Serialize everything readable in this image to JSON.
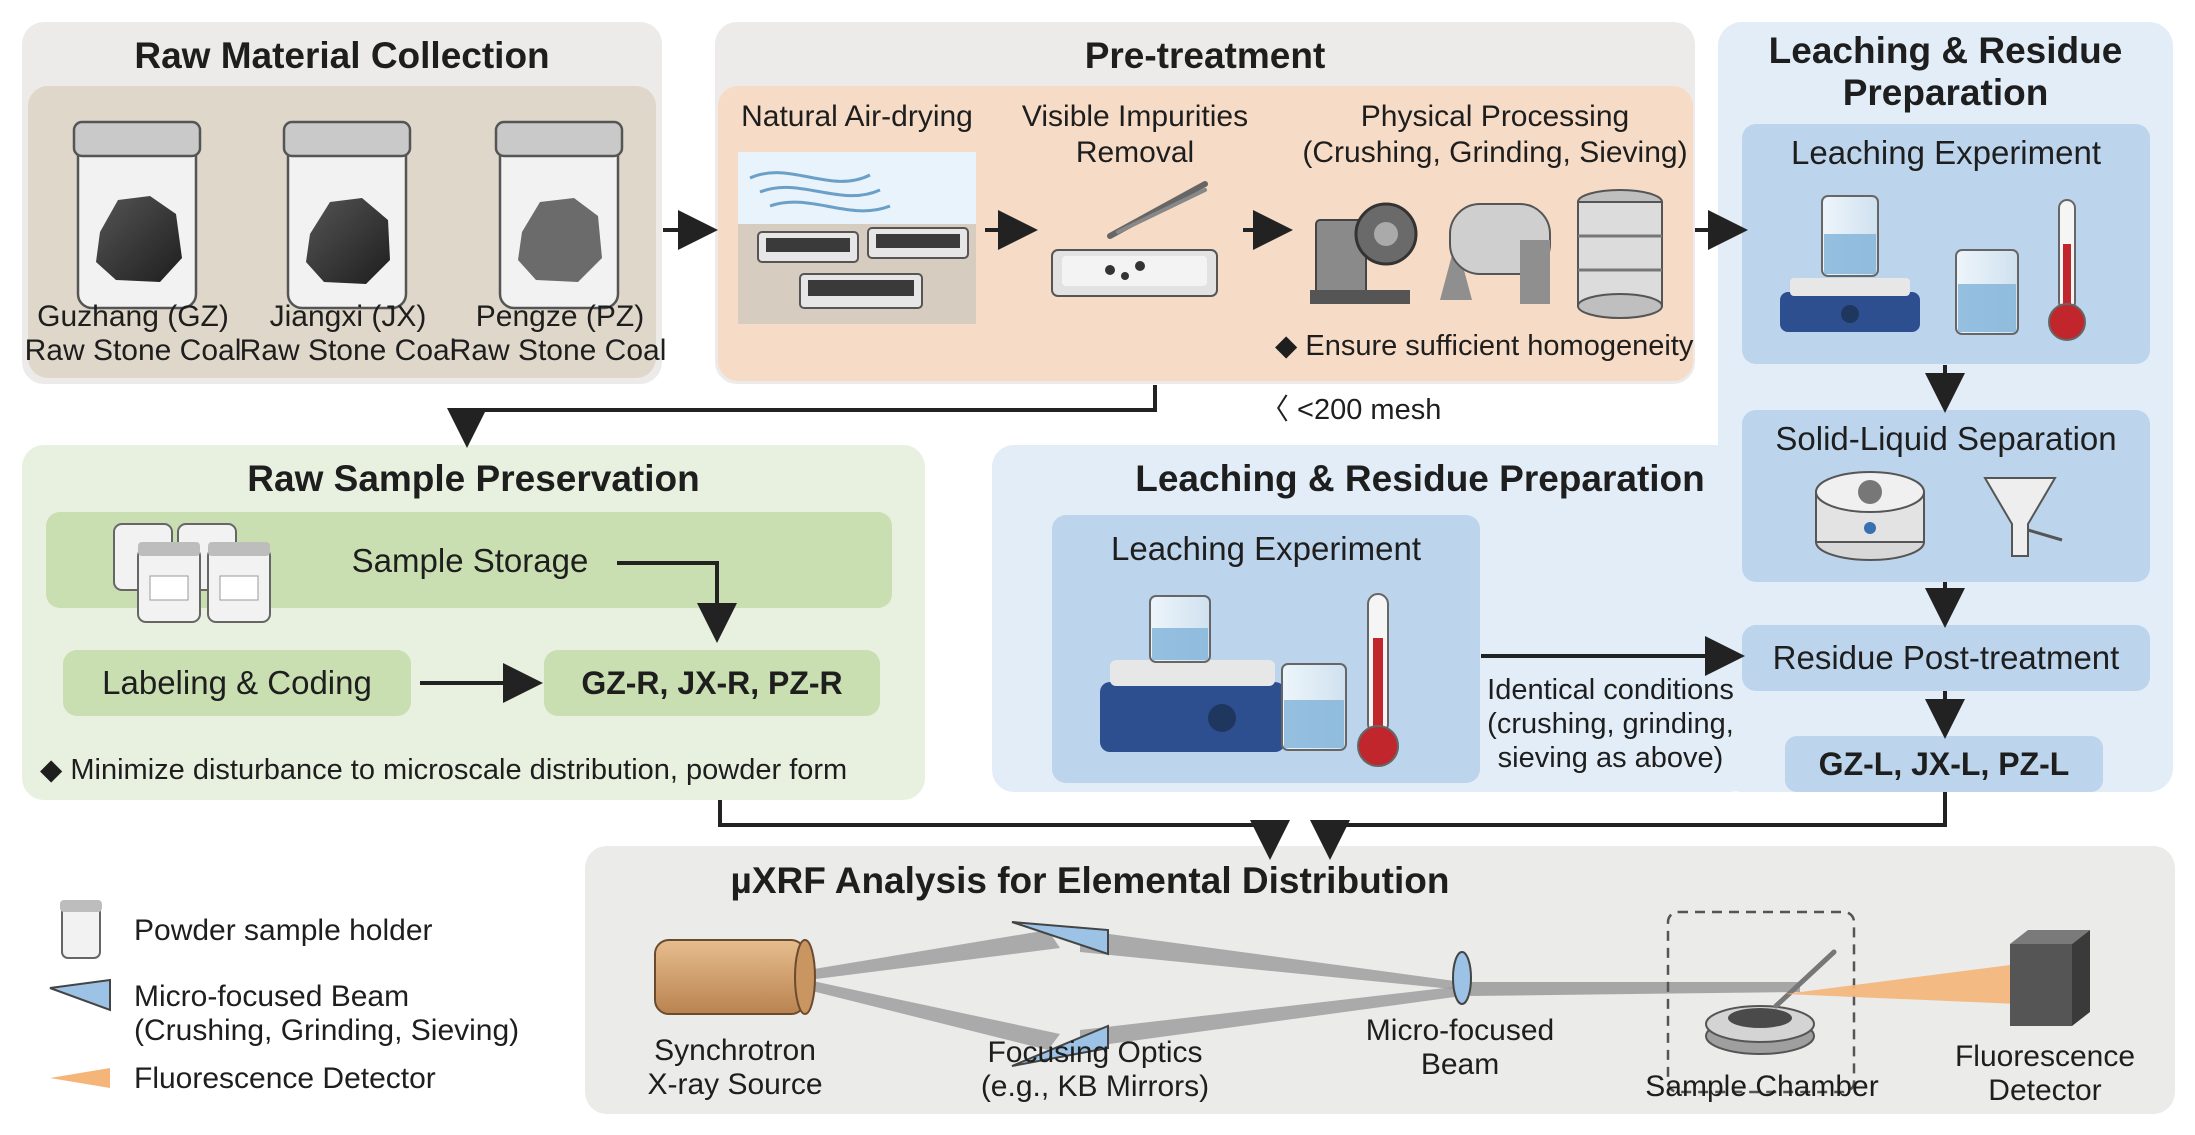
{
  "raw": {
    "title": "Raw Material Collection",
    "samples": [
      {
        "place": "Guzhang (GZ)",
        "type": "Raw Stone Coal"
      },
      {
        "place": "Jiangxi (JX)",
        "type": "Raw Stone Coal"
      },
      {
        "place": "Pengze (PZ)",
        "type": "Raw Stone Coal"
      }
    ]
  },
  "pretreat": {
    "title": "Pre-treatment",
    "step1": "Natural Air-drying",
    "step2_l1": "Visible Impurities",
    "step2_l2": "Removal",
    "step3_l1": "Physical Processing",
    "step3_l2": "(Crushing, Grinding, Sieving)",
    "note": "◆ Ensure sufficient homogeneity",
    "mesh": "〈 <200 mesh"
  },
  "leach_right": {
    "title_l1": "Leaching & Residue",
    "title_l2": "Preparation",
    "experiment": "Leaching Experiment",
    "separation": "Solid-Liquid Separation",
    "post": "Residue Post-treatment",
    "codes": "GZ-L, JX-L, PZ-L"
  },
  "preserve": {
    "title": "Raw Sample Preservation",
    "storage": "Sample Storage",
    "labeling": "Labeling & Coding",
    "codes": "GZ-R, JX-R, PZ-R",
    "note": "◆ Minimize disturbance to microscale distribution, powder form"
  },
  "leach_mid": {
    "title": "Leaching & Residue Preparation",
    "experiment": "Leaching Experiment",
    "identical_l1": "Identical conditions",
    "identical_l2": "(crushing, grinding,",
    "identical_l3": "sieving as above)"
  },
  "legend": {
    "holder": "Powder sample holder",
    "beam_l1": "Micro-focused Beam",
    "beam_l2": "(Crushing, Grinding, Sieving)",
    "detector": "Fluorescence Detector"
  },
  "uxrf": {
    "title": "µXRF Analysis for Elemental Distribution",
    "source_l1": "Synchrotron",
    "source_l2": "X-ray Source",
    "optics_l1": "Focusing Optics",
    "optics_l2": "(e.g., KB Mirrors)",
    "beam_l1": "Micro-focused",
    "beam_l2": "Beam",
    "chamber": "Sample Chamber",
    "det_l1": "Fluorescence",
    "det_l2": "Detector"
  }
}
